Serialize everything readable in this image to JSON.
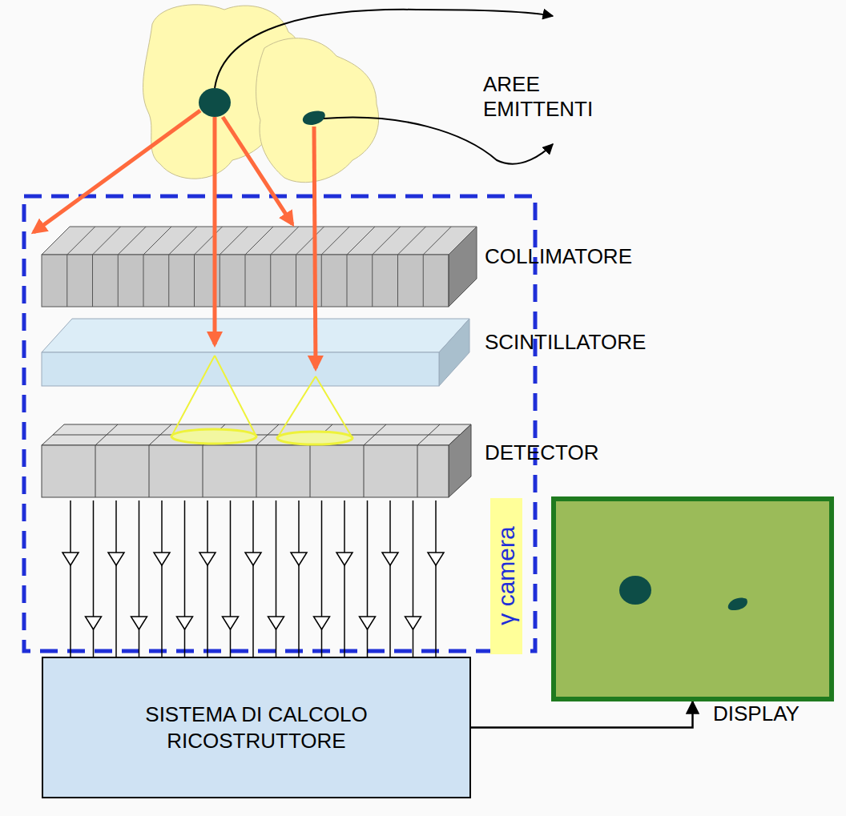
{
  "diagram": {
    "nodes": [
      {
        "text": [
          "SISTEMA DI CALCOLO RICOSTRUTTORE"
        ]
      },
      {
        "text": [
          "DISPLAY"
        ]
      }
    ],
    "edges": [
      {
        "from": 0,
        "to": 1,
        "arrow": "to"
      }
    ],
    "labels": [
      "AREE EMITTENTI",
      "COLLIMATORE",
      "SCINTILLATORE",
      "DETECTOR",
      "γ camera"
    ]
  }
}
